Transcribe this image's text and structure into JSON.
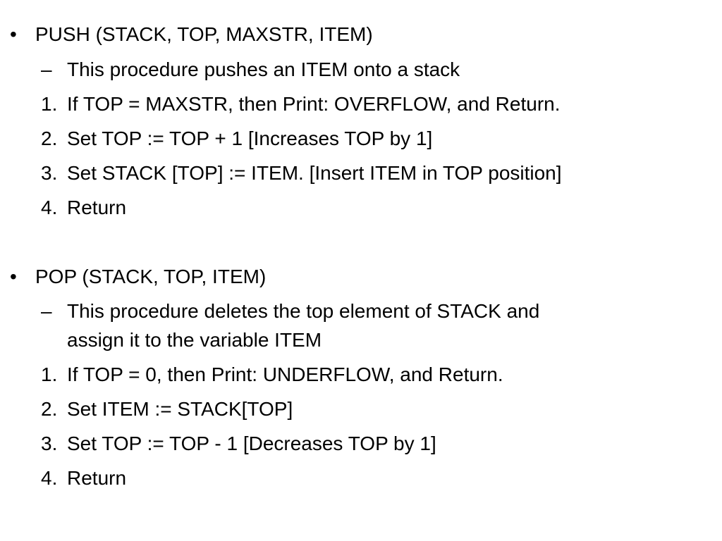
{
  "sections": [
    {
      "bullet": "•",
      "heading": "PUSH (STACK, TOP, MAXSTR, ITEM)",
      "description_marker": "–",
      "description": [
        "This procedure pushes an ITEM onto a stack"
      ],
      "steps": [
        {
          "num": "1.",
          "text": "If TOP = MAXSTR, then Print: OVERFLOW, and Return."
        },
        {
          "num": "2.",
          "text": "Set TOP := TOP + 1 [Increases TOP by 1]"
        },
        {
          "num": "3.",
          "text": "Set STACK [TOP] := ITEM. [Insert ITEM in TOP position]"
        },
        {
          "num": "4.",
          "text": "Return"
        }
      ]
    },
    {
      "bullet": "•",
      "heading": "POP (STACK, TOP, ITEM)",
      "description_marker": "–",
      "description": [
        "This procedure deletes the top element of STACK and",
        "assign it to the variable ITEM"
      ],
      "steps": [
        {
          "num": "1.",
          "text": "If TOP = 0, then Print: UNDERFLOW, and Return."
        },
        {
          "num": "2.",
          "text": "Set ITEM := STACK[TOP]"
        },
        {
          "num": "3.",
          "text": "Set TOP := TOP - 1 [Decreases TOP by 1]"
        },
        {
          "num": "4.",
          "text": "Return"
        }
      ]
    }
  ]
}
